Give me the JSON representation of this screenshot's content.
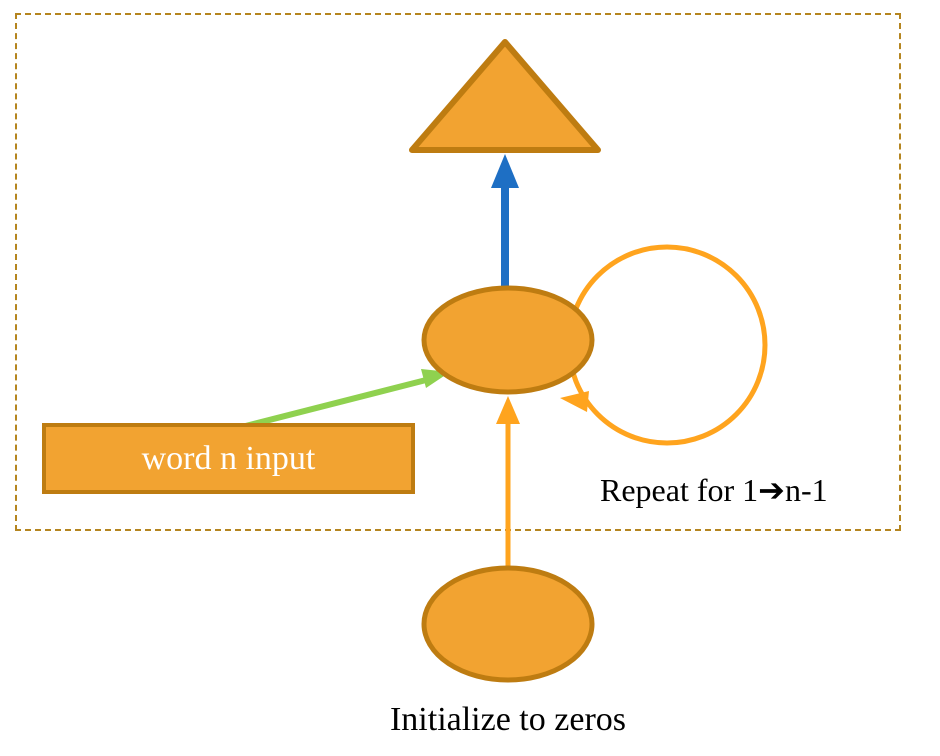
{
  "diagram": {
    "input_box": {
      "label": "word n input"
    },
    "repeat_label": "Repeat for 1➔n-1",
    "initialize_label": "Initialize to zeros",
    "icons": [
      "output-triangle",
      "hidden-state-ellipse",
      "initial-state-ellipse",
      "self-loop-arrow",
      "blue-output-arrow",
      "green-input-arrow",
      "initialize-arrow",
      "dashed-repeat-boundary"
    ]
  },
  "colors": {
    "background": "#FFFFFF",
    "shape_fill": "#F2A331",
    "shape_stroke": "#BE7C11",
    "loop_arrow": "#FFA41E",
    "blue_arrow": "#1E6FC4",
    "green_arrow": "#8FD14F",
    "dashed_border": "#B5851F",
    "box_text": "#FFFFFF",
    "label_text": "#000000"
  }
}
